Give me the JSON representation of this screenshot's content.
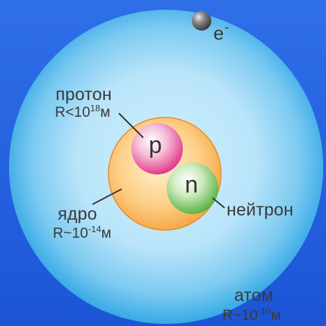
{
  "colors": {
    "background_top": "#2f6fe8",
    "background_bottom": "#1b55d6",
    "atom_fill": "#37a9e6",
    "atom_center": "#cfeffd",
    "nucleus_fill": "#f7a642",
    "nucleus_center": "#fff1cf",
    "proton_fill": "#e33e8c",
    "neutron_fill": "#5fb446",
    "electron_fill": "#3b3b3b",
    "leader_line": "#333333",
    "label_text": "#3a3a3a"
  },
  "labels": {
    "electron": {
      "word": "e",
      "charge": "-"
    },
    "proton": {
      "word": "протон",
      "formula_base": "R<10",
      "formula_exp": "18",
      "formula_unit": "м"
    },
    "proton_letter": "p",
    "neutron": {
      "word": "нейтрон"
    },
    "neutron_letter": "n",
    "nucleus": {
      "word": "ядро",
      "formula_base": "R~10",
      "formula_exp": "-14",
      "formula_unit": "м"
    },
    "atom": {
      "word": "атом",
      "formula_base": "R~10",
      "formula_exp": "-10",
      "formula_unit": "м"
    }
  }
}
